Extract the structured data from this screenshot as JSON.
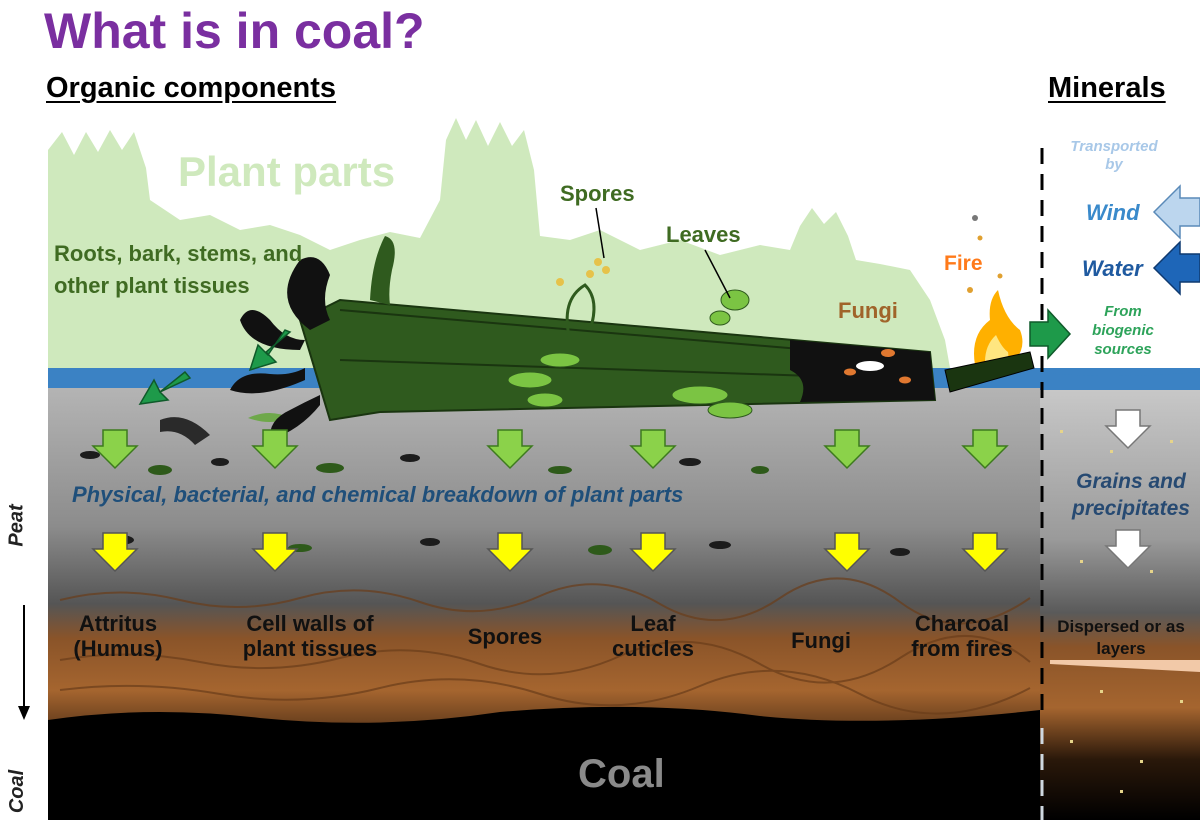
{
  "title": "What is in coal?",
  "headings": {
    "organic": "Organic components",
    "minerals": "Minerals"
  },
  "plant_labels": {
    "plant_parts": "Plant parts",
    "roots": "Roots, bark, stems, and other plant tissues",
    "spores": "Spores",
    "leaves": "Leaves",
    "fungi": "Fungi",
    "fire": "Fire"
  },
  "breakdown": "Physical, bacterial, and chemical breakdown of plant parts",
  "components": [
    {
      "label": "Attritus (Humus)"
    },
    {
      "label": "Cell walls of plant tissues"
    },
    {
      "label": "Spores"
    },
    {
      "label": "Leaf cuticles"
    },
    {
      "label": "Fungi"
    },
    {
      "label": "Charcoal from fires"
    }
  ],
  "coal_label": "Coal",
  "side_labels": {
    "peat": "Peat",
    "coal": "Coal"
  },
  "minerals": {
    "transported": "Transported by",
    "wind": "Wind",
    "water": "Water",
    "biogenic": "From biogenic sources",
    "grains": "Grains and precipitates",
    "dispersed": "Dispersed or as layers"
  },
  "colors": {
    "title": "#7a2fa0",
    "plant_bg": "#cfe9bd",
    "water": "#3b82c4",
    "peat_gray": "#9a9a9a",
    "brown": "#a0612f",
    "coal": "#000000",
    "arrow_green": "#8bd24a",
    "arrow_yellow": "#ffff00",
    "arrow_dark_green": "#1e9a4a",
    "wind_arrow": "#bcd6ee",
    "water_arrow": "#1e66b8"
  },
  "icons": [
    "log-icon",
    "fern-icon",
    "fire-icon",
    "mushroom-icon",
    "wind-arrow-icon",
    "water-arrow-icon"
  ]
}
